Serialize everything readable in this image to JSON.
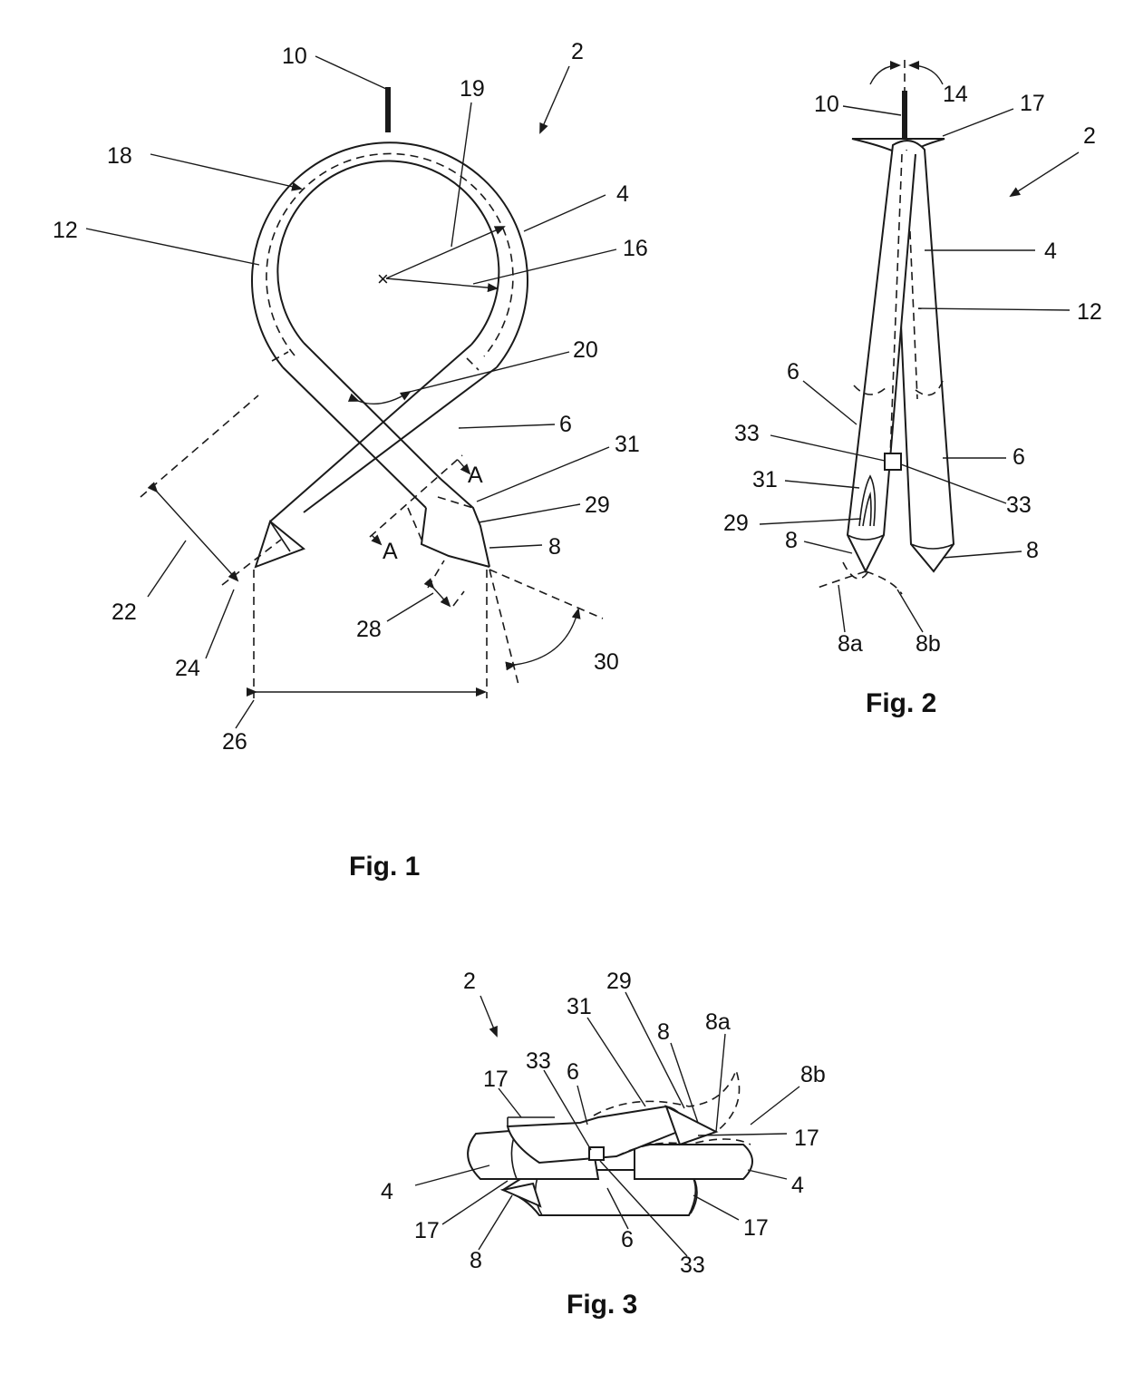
{
  "figures": {
    "fig1": {
      "caption": "Fig. 1",
      "labels": {
        "l10": "10",
        "l2": "2",
        "l19": "19",
        "l18": "18",
        "l4": "4",
        "l12": "12",
        "l16": "16",
        "l20": "20",
        "l6": "6",
        "l31": "31",
        "lA1": "A",
        "l29": "29",
        "l8": "8",
        "lA2": "A",
        "l22": "22",
        "l24": "24",
        "l28": "28",
        "l30": "30",
        "l26": "26"
      }
    },
    "fig2": {
      "caption": "Fig. 2",
      "labels": {
        "l14": "14",
        "l10": "10",
        "l17": "17",
        "l2": "2",
        "l4": "4",
        "l12": "12",
        "l6a": "6",
        "l6b": "6",
        "l33a": "33",
        "l33b": "33",
        "l31": "31",
        "l29": "29",
        "l8a": "8",
        "l8b": "8",
        "l8a_sub": "8a",
        "l8b_sub": "8b"
      }
    },
    "fig3": {
      "caption": "Fig. 3",
      "labels": {
        "l2": "2",
        "l29": "29",
        "l31": "31",
        "l8": "8",
        "l8a": "8a",
        "l8b": "8b",
        "l33": "33",
        "l6": "6",
        "l17a": "17",
        "l17b": "17",
        "l4a": "4",
        "l4b": "4",
        "l17c": "17",
        "l17d": "17",
        "l8c": "8",
        "l6b": "6",
        "l33b": "33"
      }
    }
  }
}
